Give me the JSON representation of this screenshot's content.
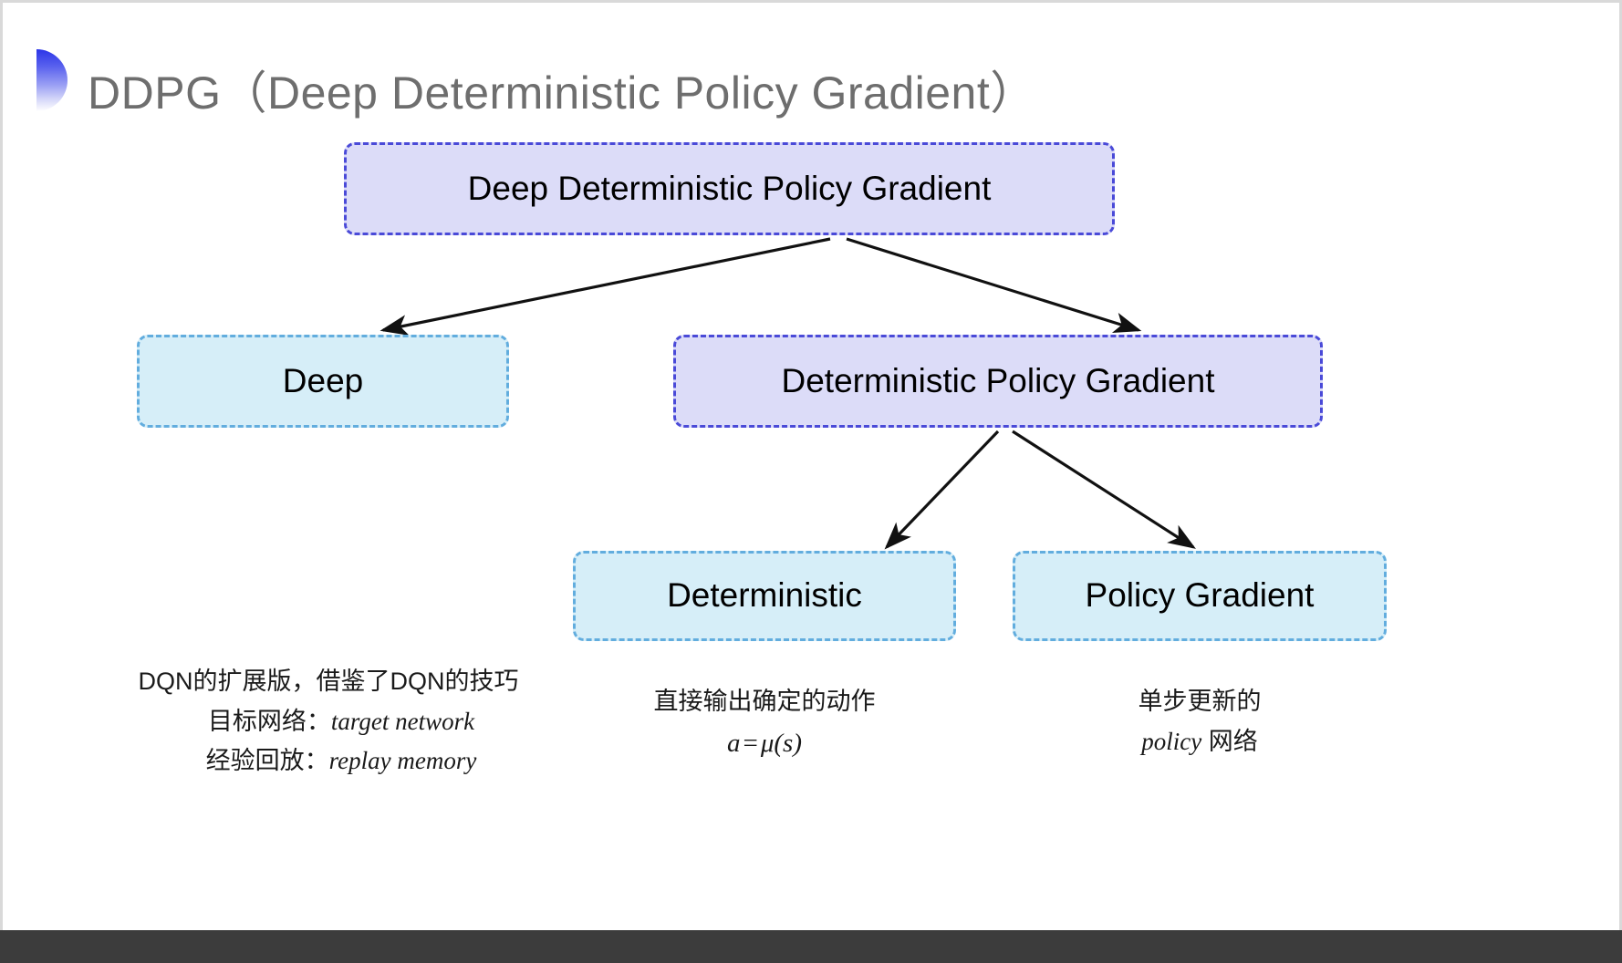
{
  "slide": {
    "title": "DDPG（Deep Deterministic Policy Gradient）",
    "bullet_icon": "half-circle-gradient-icon",
    "background": "#ffffff",
    "title_color": "#6e6e6e",
    "accent_color": "#2b35e8"
  },
  "palette": {
    "purple_fill": "#dcdcf8",
    "purple_border": "#4a4ad8",
    "blue_fill": "#d6eef8",
    "blue_border": "#62adde",
    "arrow_color": "#111111",
    "footer_bar": "#3c3c3c"
  },
  "diagram": {
    "type": "tree",
    "nodes": {
      "ddpg": {
        "label": "Deep Deterministic Policy Gradient",
        "style": "purple"
      },
      "deep": {
        "label": "Deep",
        "style": "blue"
      },
      "dpg": {
        "label": "Deterministic Policy Gradient",
        "style": "purple"
      },
      "deterministic": {
        "label": "Deterministic",
        "style": "blue"
      },
      "policy_gradient": {
        "label": "Policy Gradient",
        "style": "blue"
      }
    },
    "edges": [
      {
        "from": "ddpg",
        "to": "deep"
      },
      {
        "from": "ddpg",
        "to": "dpg"
      },
      {
        "from": "dpg",
        "to": "deterministic"
      },
      {
        "from": "dpg",
        "to": "policy_gradient"
      }
    ]
  },
  "annotations": {
    "deep": {
      "line1": "DQN的扩展版，借鉴了DQN的技巧",
      "line2_label": "目标网络：",
      "line2_term": "target network",
      "line3_label": "经验回放：",
      "line3_term": "replay memory"
    },
    "deterministic": {
      "line1": "直接输出确定的动作",
      "formula_lhs": "a",
      "formula_op": "=",
      "formula_rhs": "μ(s)"
    },
    "policy_gradient": {
      "line1": "单步更新的",
      "line2_term": "policy",
      "line2_suffix": " 网络"
    }
  }
}
